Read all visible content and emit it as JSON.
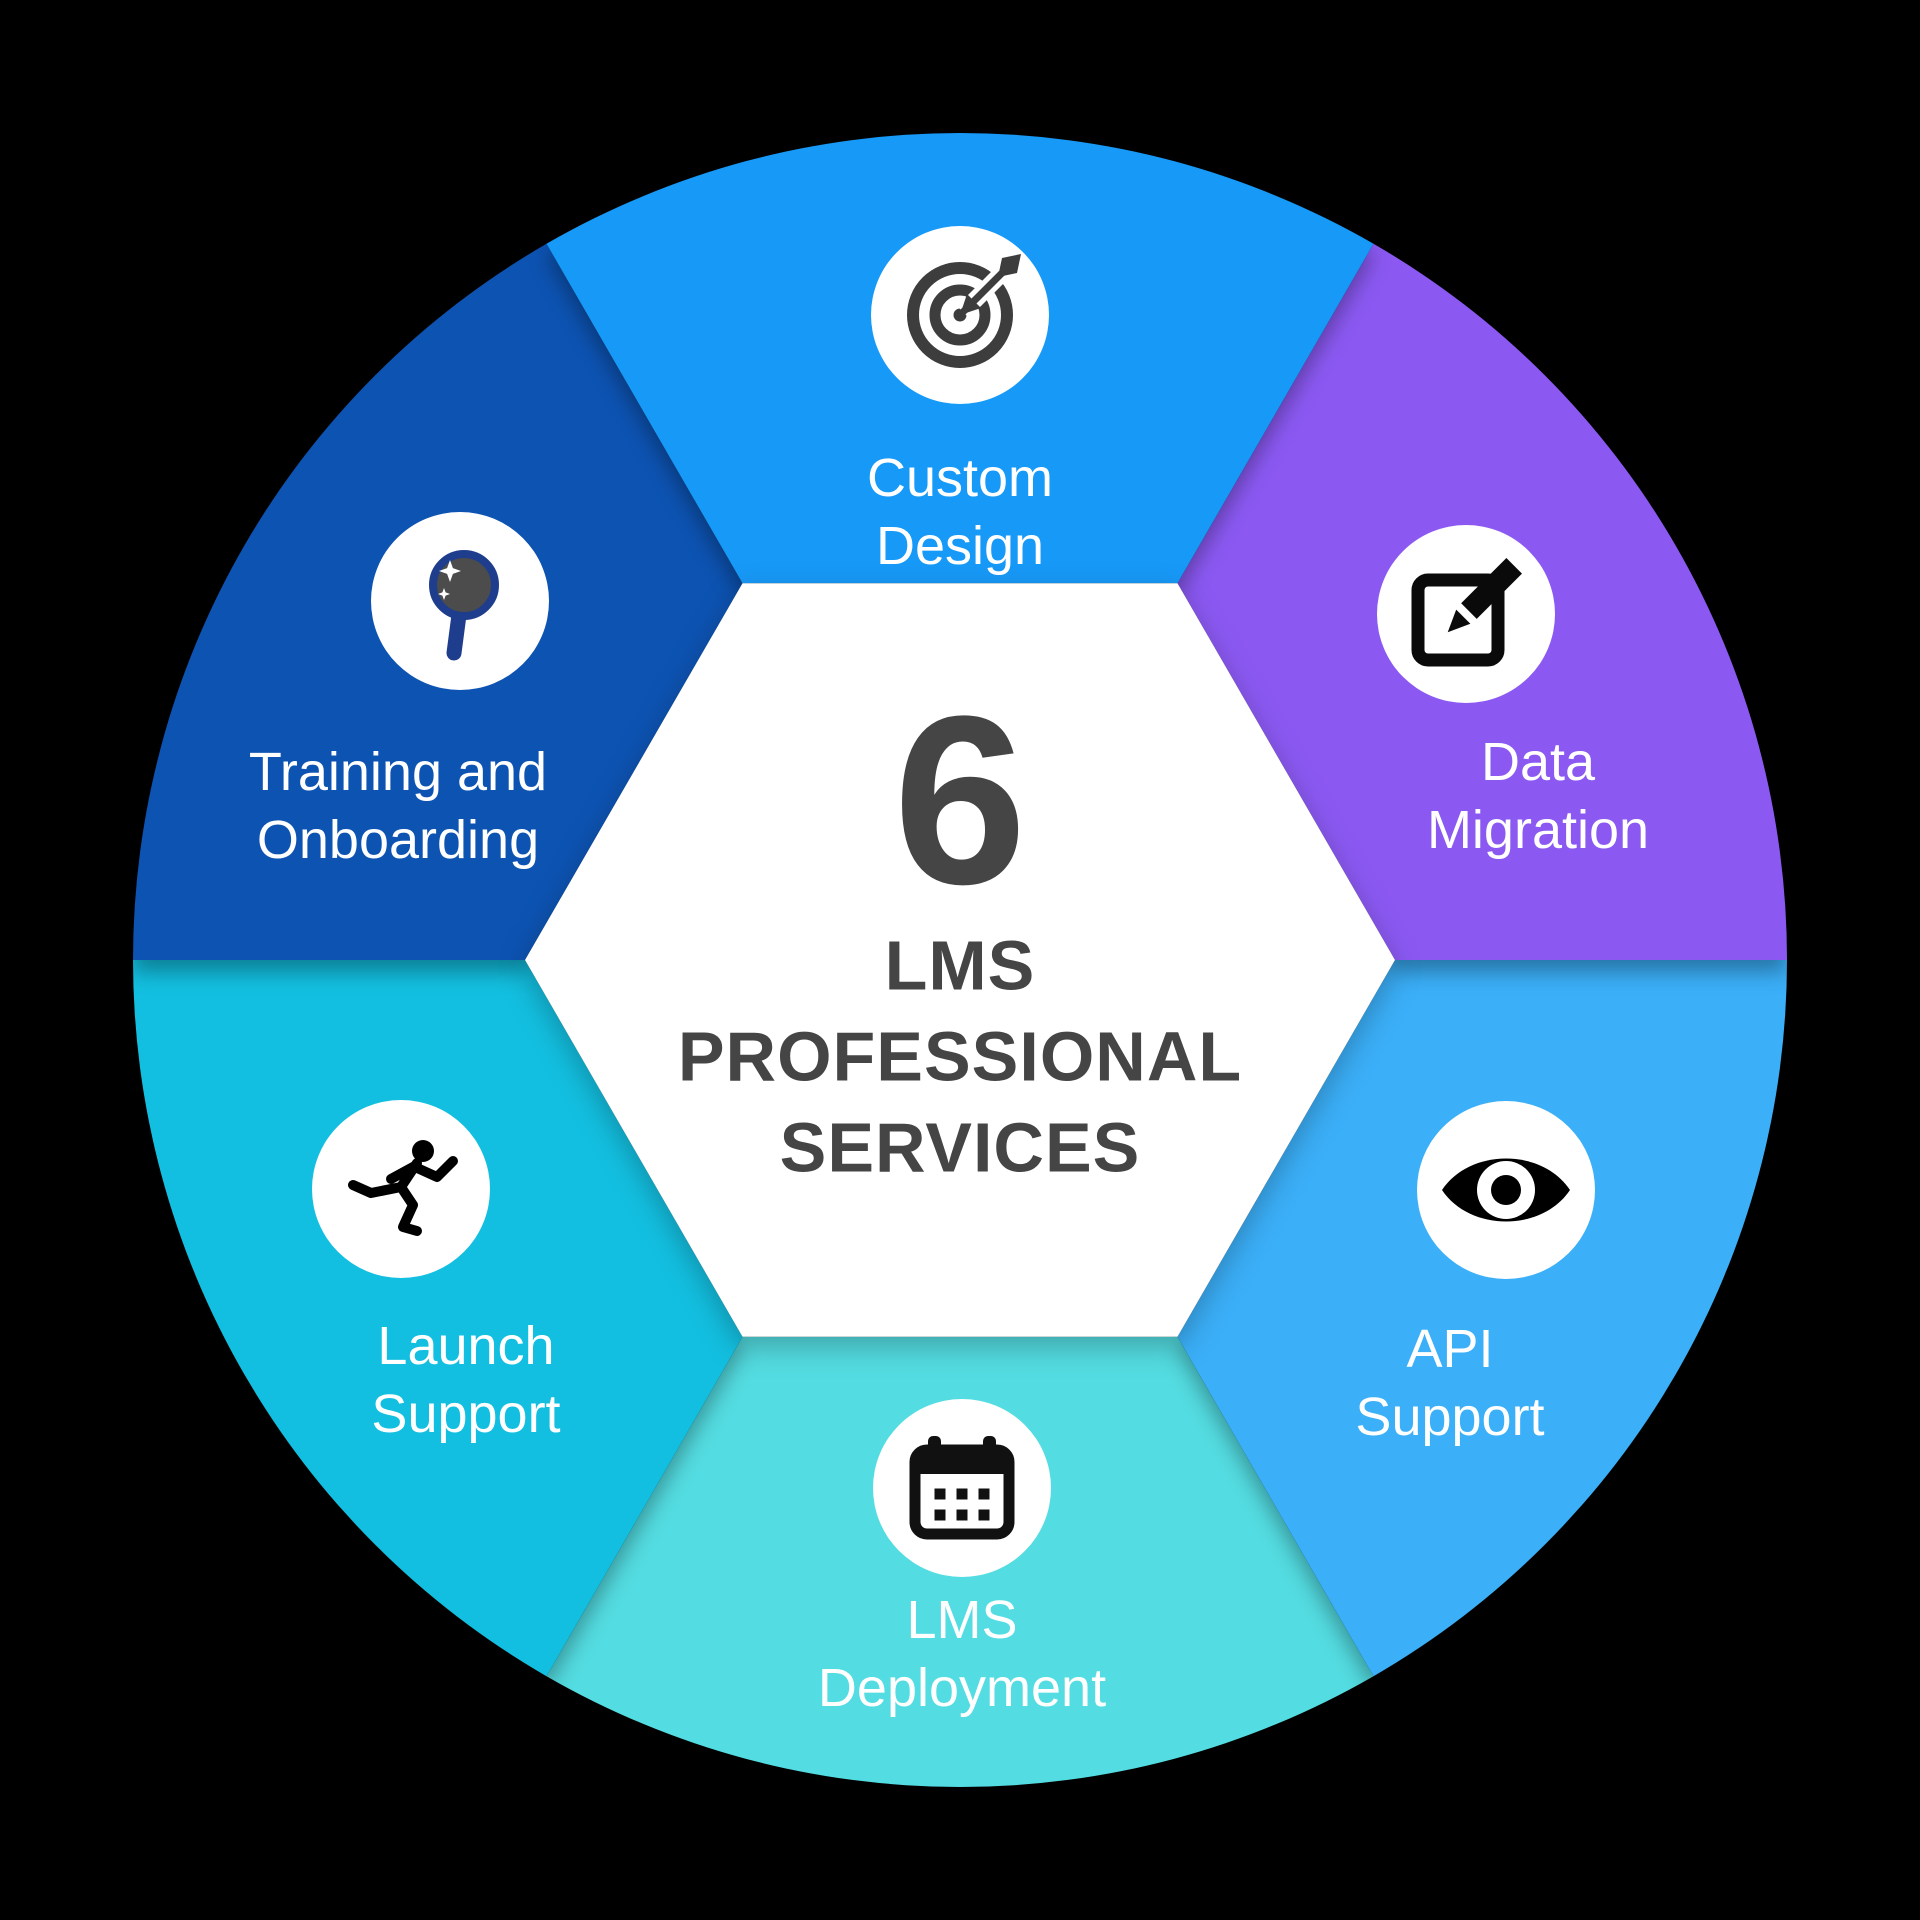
{
  "theme": {
    "background": "#000000",
    "hexagon_fill": "#ffffff",
    "icon_circle_fill": "#ffffff",
    "label_color": "#ffffff",
    "center_text_color": "#454545"
  },
  "center": {
    "number": "6",
    "line1": "LMS",
    "line2": "PROFESSIONAL",
    "line3": "SERVICES"
  },
  "segments": [
    {
      "id": "custom-design",
      "label_line1": "Custom",
      "label_line2": "Design",
      "color": "#1799F7",
      "icon": "target-icon",
      "icon_color": "#3d3d3d"
    },
    {
      "id": "data-migration",
      "label_line1": "Data",
      "label_line2": "Migration",
      "color": "#8B59F2",
      "icon": "edit-icon",
      "icon_color": "#0a0a0a"
    },
    {
      "id": "api-support",
      "label_line1": "API",
      "label_line2": "Support",
      "color": "#3BAFF8",
      "icon": "eye-icon",
      "icon_color": "#000000"
    },
    {
      "id": "lms-deployment",
      "label_line1": "LMS",
      "label_line2": "Deployment",
      "color": "#53DCE1",
      "icon": "calendar-icon",
      "icon_color": "#111111"
    },
    {
      "id": "launch-support",
      "label_line1": "Launch",
      "label_line2": "Support",
      "color": "#13BFE0",
      "icon": "runner-icon",
      "icon_color": "#000000"
    },
    {
      "id": "training-onboarding",
      "label_line1": "Training and",
      "label_line2": "Onboarding",
      "color": "#0D53B2",
      "icon": "magnifier-icon",
      "icon_color": "#1E3D8C",
      "icon_lens_color": "#4C4C4C",
      "icon_sparkle_color": "#ffffff"
    }
  ]
}
